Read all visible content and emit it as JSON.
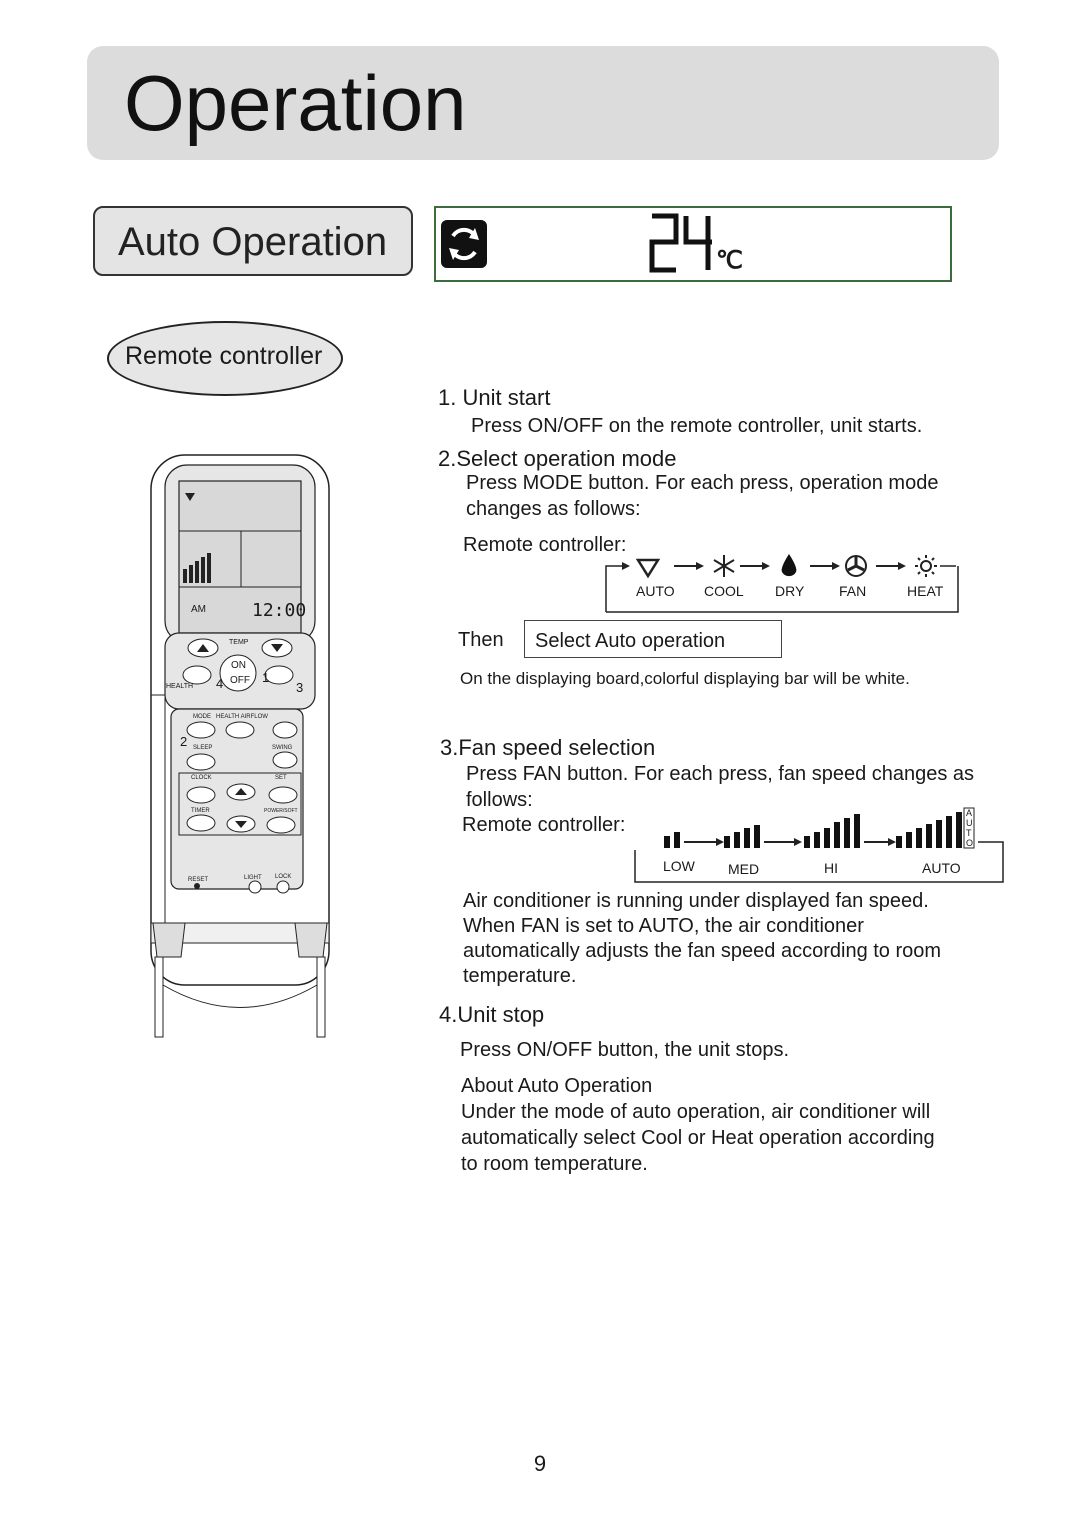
{
  "header": {
    "title": "Operation"
  },
  "section": {
    "title": "Auto Operation"
  },
  "display": {
    "temperature": "24",
    "unit": "℃"
  },
  "remote_label": "Remote controller",
  "remote": {
    "clock": "12:00",
    "am": "AM",
    "temp": "TEMP",
    "on": "ON",
    "off": "OFF",
    "health": "HEALTH",
    "mode_row": "MODE   HEALTH AIRFLOW",
    "sleep": "SLEEP",
    "swing": "SWING",
    "clock_label": "CLOCK",
    "set": "SET",
    "timer": "TIMER",
    "power_soft": "POWER/SOFT",
    "reset": "RESET",
    "light": "LIGHT",
    "lock": "LOCK",
    "callouts": [
      "1",
      "2",
      "3",
      "4"
    ]
  },
  "steps": {
    "s1_title": "1. Unit start",
    "s1_text": "Press ON/OFF on the remote controller, unit starts.",
    "s2_title": "2.Select operation mode",
    "s2_text1": "Press MODE button. For each press, operation mode",
    "s2_text2": "changes as follows:",
    "s2_rc": "Remote controller:",
    "modes": [
      "AUTO",
      "COOL",
      "DRY",
      "FAN",
      "HEAT"
    ],
    "then": "Then",
    "then_box": "Select Auto operation",
    "then_note": "On the displaying board,colorful displaying bar will be white.",
    "s3_title": "3.Fan speed selection",
    "s3_text1": "Press FAN button. For each press, fan speed changes as",
    "s3_text2": "follows:",
    "s3_rc": "Remote controller:",
    "speeds": [
      "LOW",
      "MED",
      "HI",
      "AUTO"
    ],
    "auto_vertical": "AUTO",
    "s3_note1": "Air conditioner is running under displayed fan speed.",
    "s3_note2": "When FAN is set to AUTO, the air conditioner",
    "s3_note3": "automatically adjusts the fan speed according to room",
    "s3_note4": "temperature.",
    "s4_title": "4.Unit stop",
    "s4_text": "Press ON/OFF button, the unit stops.",
    "about_title": "About Auto Operation",
    "about1": "Under the mode of auto operation, air conditioner will",
    "about2": "automatically select Cool or Heat operation according",
    "about3": "to room temperature."
  },
  "page_number": "9"
}
